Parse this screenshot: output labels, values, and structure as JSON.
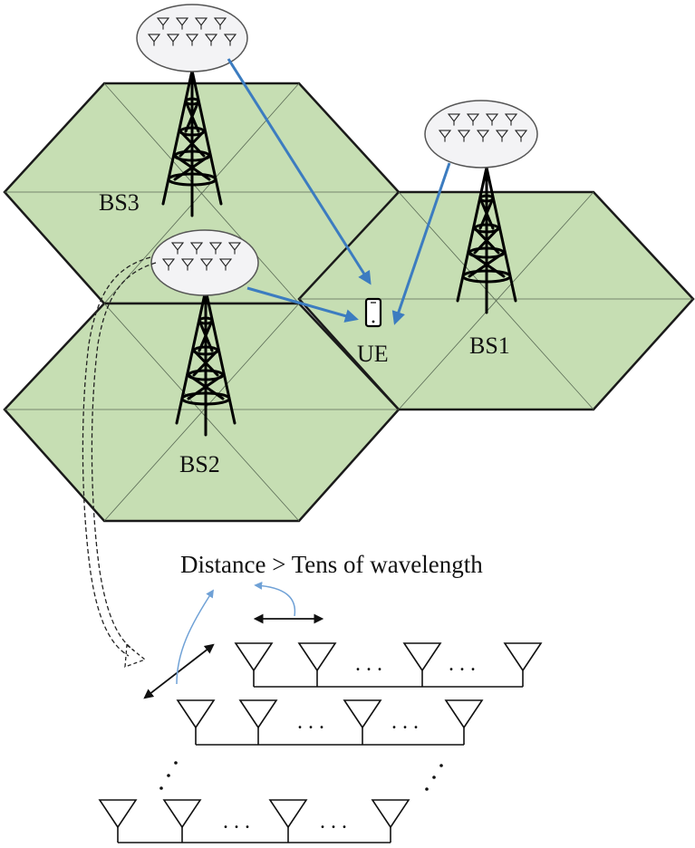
{
  "labels": {
    "bs1": "BS1",
    "bs2": "BS2",
    "bs3": "BS3",
    "ue": "UE",
    "distance_caption": "Distance > Tens of wavelength",
    "dots": ". . ."
  },
  "colors": {
    "cell_fill": "#c6deb3",
    "cell_stroke": "#1a1a1a",
    "link_arrow": "#3c7cc0",
    "spacing_arrow": "#6fa1d6",
    "bubble_fill": "#f3f3f5",
    "tower": "#000000"
  }
}
